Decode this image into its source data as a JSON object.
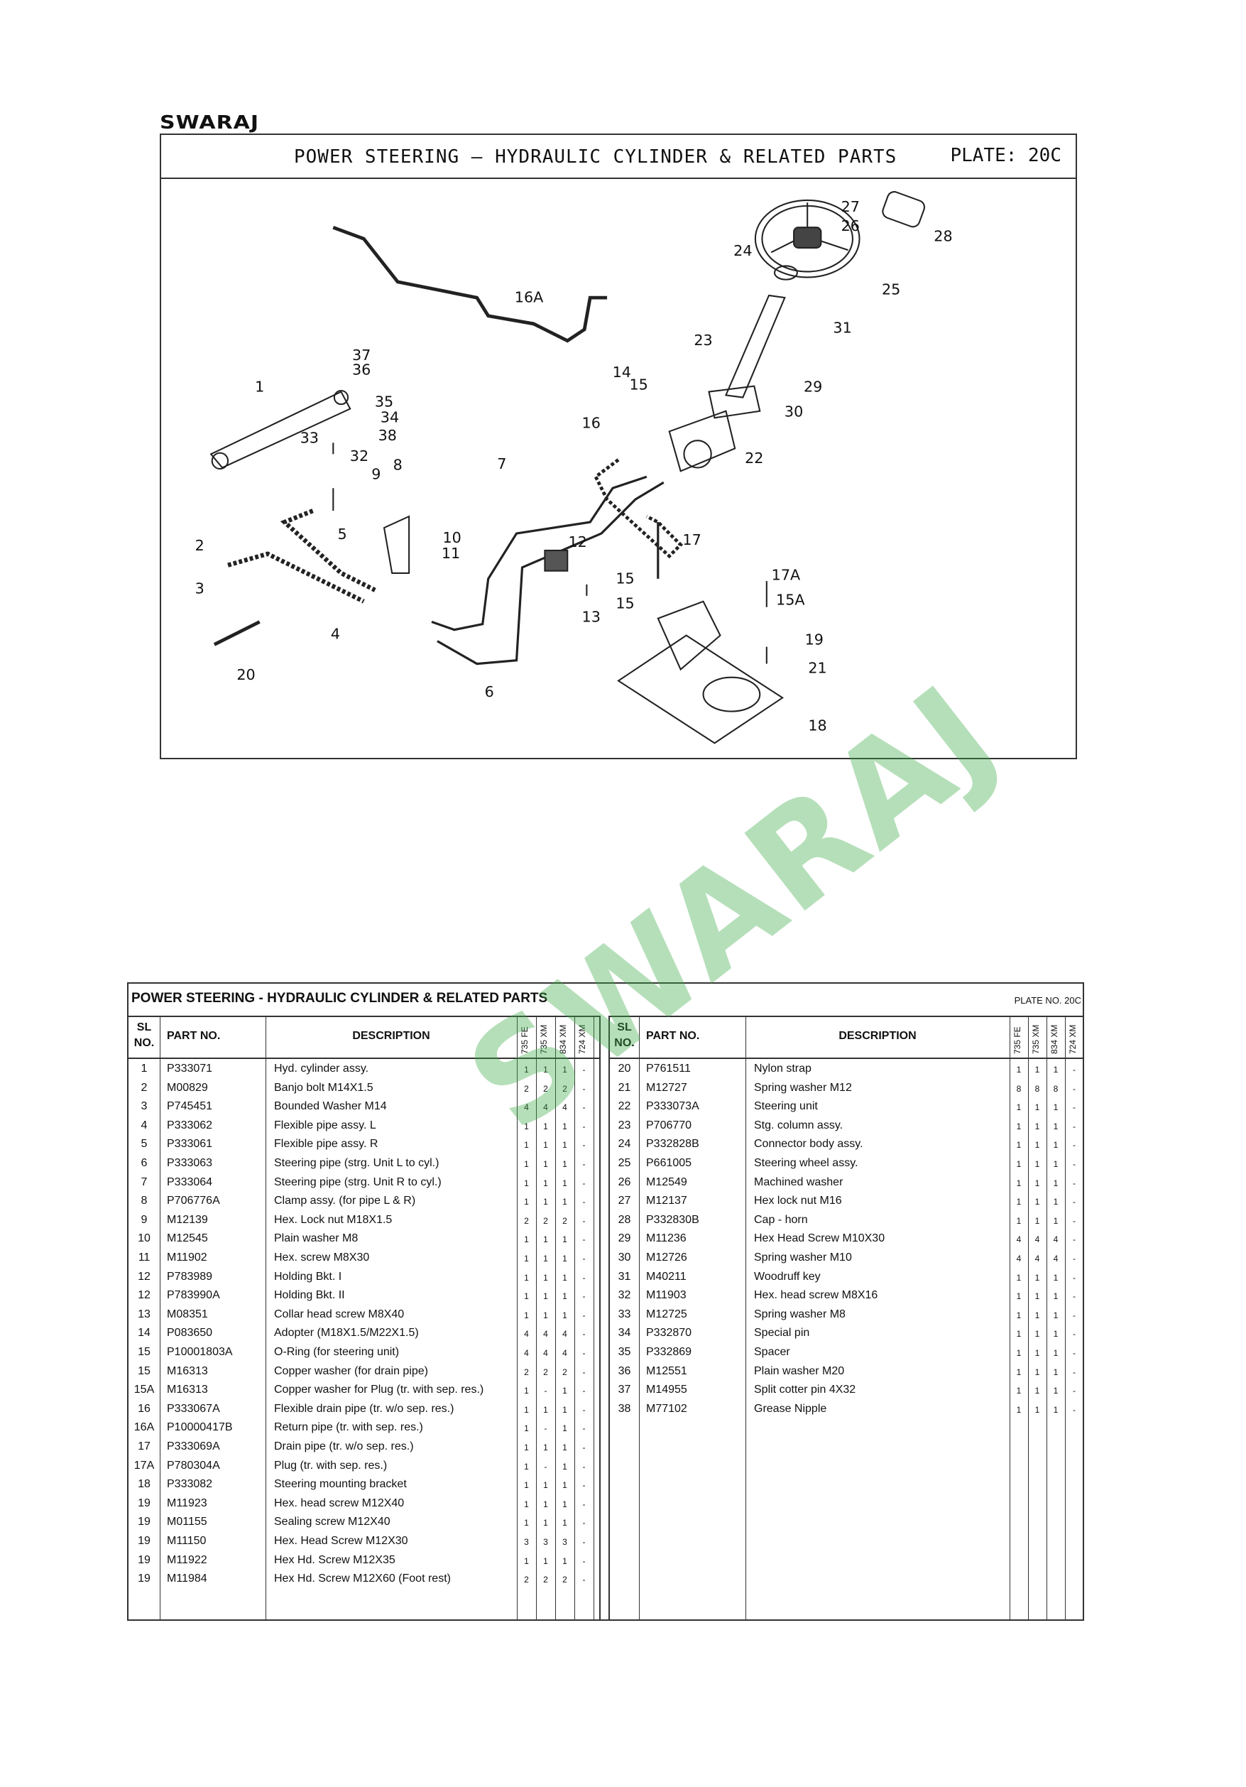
{
  "brand": "SWARAJ",
  "plate": {
    "title": "POWER STEERING – HYDRAULIC CYLINDER & RELATED PARTS",
    "plate_label": "PLATE: 20C"
  },
  "diagram": {
    "callouts": [
      "27",
      "26",
      "28",
      "24",
      "25",
      "16A",
      "31",
      "23",
      "37",
      "36",
      "14",
      "15",
      "29",
      "1",
      "35",
      "34",
      "30",
      "33",
      "38",
      "16",
      "32",
      "22",
      "8",
      "7",
      "9",
      "5",
      "10",
      "17",
      "12",
      "11",
      "2",
      "17A",
      "15",
      "3",
      "15A",
      "15",
      "13",
      "4",
      "19",
      "21",
      "20",
      "6",
      "18"
    ]
  },
  "watermark": "SWARAJ",
  "table": {
    "title": "POWER STEERING - HYDRAULIC CYLINDER & RELATED PARTS",
    "plate_no": "PLATE NO. 20C",
    "headers": {
      "sl": "SL",
      "no": "NO.",
      "part": "PART NO.",
      "desc": "DESCRIPTION",
      "models": [
        "735 FE",
        "735 XM",
        "834 XM",
        "724 XM"
      ]
    },
    "left_rows": [
      [
        "1",
        "P333071",
        "Hyd. cylinder assy.",
        "1",
        "1",
        "1",
        "-"
      ],
      [
        "2",
        "M00829",
        "Banjo bolt  M14X1.5",
        "2",
        "2",
        "2",
        "-"
      ],
      [
        "3",
        "P745451",
        "Bounded Washer M14",
        "4",
        "4",
        "4",
        "-"
      ],
      [
        "4",
        "P333062",
        "Flexible pipe assy. L",
        "1",
        "1",
        "1",
        "-"
      ],
      [
        "5",
        "P333061",
        "Flexible pipe assy. R",
        "1",
        "1",
        "1",
        "-"
      ],
      [
        "6",
        "P333063",
        "Steering pipe (strg. Unit L to cyl.)",
        "1",
        "1",
        "1",
        "-"
      ],
      [
        "7",
        "P333064",
        "Steering pipe (strg. Unit R to cyl.)",
        "1",
        "1",
        "1",
        "-"
      ],
      [
        "8",
        "P706776A",
        "Clamp assy. (for pipe L & R)",
        "1",
        "1",
        "1",
        "-"
      ],
      [
        "9",
        "M12139",
        "Hex. Lock nut M18X1.5",
        "2",
        "2",
        "2",
        "-"
      ],
      [
        "10",
        "M12545",
        "Plain washer M8",
        "1",
        "1",
        "1",
        "-"
      ],
      [
        "11",
        "M11902",
        "Hex. screw M8X30",
        "1",
        "1",
        "1",
        "-"
      ],
      [
        "12",
        "P783989",
        "Holding Bkt. I",
        "1",
        "1",
        "1",
        "-"
      ],
      [
        "12",
        "P783990A",
        "Holding Bkt. II",
        "1",
        "1",
        "1",
        "-"
      ],
      [
        "13",
        "M08351",
        "Collar head screw M8X40",
        "1",
        "1",
        "1",
        "-"
      ],
      [
        "14",
        "P083650",
        "Adopter (M18X1.5/M22X1.5)",
        "4",
        "4",
        "4",
        "-"
      ],
      [
        "15",
        "P10001803A",
        "O-Ring (for steering unit)",
        "4",
        "4",
        "4",
        "-"
      ],
      [
        "15",
        "M16313",
        "Copper washer (for drain pipe)",
        "2",
        "2",
        "2",
        "-"
      ],
      [
        "15A",
        "M16313",
        "Copper washer for Plug (tr. with sep. res.)",
        "1",
        "-",
        "1",
        "-"
      ],
      [
        "16",
        "P333067A",
        "Flexible drain pipe (tr. w/o sep. res.)",
        "1",
        "1",
        "1",
        "-"
      ],
      [
        "16A",
        "P10000417B",
        "Return pipe (tr. with sep. res.)",
        "1",
        "-",
        "1",
        "-"
      ],
      [
        "17",
        "P333069A",
        "Drain pipe (tr. w/o sep. res.)",
        "1",
        "1",
        "1",
        "-"
      ],
      [
        "17A",
        "P780304A",
        "Plug (tr. with sep. res.)",
        "1",
        "-",
        "1",
        "-"
      ],
      [
        "18",
        "P333082",
        "Steering mounting bracket",
        "1",
        "1",
        "1",
        "-"
      ],
      [
        "19",
        "M11923",
        "Hex. head screw M12X40",
        "1",
        "1",
        "1",
        "-"
      ],
      [
        "19",
        "M01155",
        "Sealing screw M12X40",
        "1",
        "1",
        "1",
        "-"
      ],
      [
        "19",
        "M11150",
        "Hex. Head Screw M12X30",
        "3",
        "3",
        "3",
        "-"
      ],
      [
        "19",
        "M11922",
        "Hex Hd. Screw M12X35",
        "1",
        "1",
        "1",
        "-"
      ],
      [
        "19",
        "M11984",
        "Hex Hd. Screw M12X60 (Foot rest)",
        "2",
        "2",
        "2",
        "-"
      ]
    ],
    "right_rows": [
      [
        "20",
        "P761511",
        "Nylon strap",
        "1",
        "1",
        "1",
        "-"
      ],
      [
        "21",
        "M12727",
        "Spring washer M12",
        "8",
        "8",
        "8",
        "-"
      ],
      [
        "22",
        "P333073A",
        "Steering unit",
        "1",
        "1",
        "1",
        "-"
      ],
      [
        "23",
        "P706770",
        "Stg. column assy.",
        "1",
        "1",
        "1",
        "-"
      ],
      [
        "24",
        "P332828B",
        "Connector body assy.",
        "1",
        "1",
        "1",
        "-"
      ],
      [
        "25",
        "P661005",
        "Steering wheel assy.",
        "1",
        "1",
        "1",
        "-"
      ],
      [
        "26",
        "M12549",
        "Machined washer",
        "1",
        "1",
        "1",
        "-"
      ],
      [
        "27",
        "M12137",
        "Hex lock nut M16",
        "1",
        "1",
        "1",
        "-"
      ],
      [
        "28",
        "P332830B",
        "Cap - horn",
        "1",
        "1",
        "1",
        "-"
      ],
      [
        "29",
        "M11236",
        "Hex Head  Screw M10X30",
        "4",
        "4",
        "4",
        "-"
      ],
      [
        "30",
        "M12726",
        "Spring washer M10",
        "4",
        "4",
        "4",
        "-"
      ],
      [
        "31",
        "M40211",
        "Woodruff key",
        "1",
        "1",
        "1",
        "-"
      ],
      [
        "32",
        "M11903",
        "Hex. head screw M8X16",
        "1",
        "1",
        "1",
        "-"
      ],
      [
        "33",
        "M12725",
        "Spring washer M8",
        "1",
        "1",
        "1",
        "-"
      ],
      [
        "34",
        "P332870",
        "Special pin",
        "1",
        "1",
        "1",
        "-"
      ],
      [
        "35",
        "P332869",
        "Spacer",
        "1",
        "1",
        "1",
        "-"
      ],
      [
        "36",
        "M12551",
        "Plain washer M20",
        "1",
        "1",
        "1",
        "-"
      ],
      [
        "37",
        "M14955",
        "Split cotter pin 4X32",
        "1",
        "1",
        "1",
        "-"
      ],
      [
        "38",
        "M77102",
        "Grease Nipple",
        "1",
        "1",
        "1",
        "-"
      ]
    ]
  }
}
